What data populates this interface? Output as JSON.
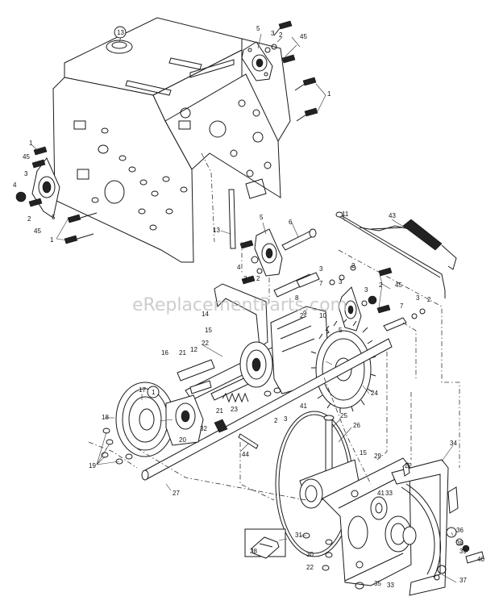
{
  "watermark": "eReplacementParts.com",
  "callouts": [
    {
      "id": "c13a",
      "label": "13"
    },
    {
      "id": "c5a",
      "label": "5"
    },
    {
      "id": "c3a",
      "label": "3"
    },
    {
      "id": "c2a",
      "label": "2"
    },
    {
      "id": "c45a",
      "label": "45"
    },
    {
      "id": "c1a",
      "label": "1"
    },
    {
      "id": "c1b",
      "label": "1"
    },
    {
      "id": "c45b",
      "label": "45"
    },
    {
      "id": "c3b",
      "label": "3"
    },
    {
      "id": "c4a",
      "label": "4"
    },
    {
      "id": "c5b",
      "label": "5"
    },
    {
      "id": "c2b",
      "label": "2"
    },
    {
      "id": "c45c",
      "label": "45"
    },
    {
      "id": "c1c",
      "label": "1"
    },
    {
      "id": "c13b",
      "label": "13"
    },
    {
      "id": "c5c",
      "label": "5"
    },
    {
      "id": "c6a",
      "label": "6"
    },
    {
      "id": "c11a",
      "label": "11"
    },
    {
      "id": "c43a",
      "label": "43"
    },
    {
      "id": "c4b",
      "label": "4"
    },
    {
      "id": "c3c",
      "label": "3"
    },
    {
      "id": "c2c",
      "label": "2"
    },
    {
      "id": "c3d",
      "label": "3"
    },
    {
      "id": "c2d",
      "label": "2"
    },
    {
      "id": "c7a",
      "label": "7"
    },
    {
      "id": "c3e",
      "label": "3"
    },
    {
      "id": "c3f",
      "label": "3"
    },
    {
      "id": "c2e",
      "label": "2"
    },
    {
      "id": "c45d",
      "label": "45"
    },
    {
      "id": "c14a",
      "label": "14"
    },
    {
      "id": "c8a",
      "label": "8"
    },
    {
      "id": "c9a",
      "label": "9"
    },
    {
      "id": "c10a",
      "label": "10"
    },
    {
      "id": "c2f",
      "label": "2"
    },
    {
      "id": "c5d",
      "label": "5"
    },
    {
      "id": "c7b",
      "label": "7"
    },
    {
      "id": "c3g",
      "label": "3"
    },
    {
      "id": "c2g",
      "label": "2"
    },
    {
      "id": "c15a",
      "label": "15"
    },
    {
      "id": "c12a",
      "label": "12"
    },
    {
      "id": "c22a",
      "label": "22"
    },
    {
      "id": "c16a",
      "label": "16"
    },
    {
      "id": "c21a",
      "label": "21"
    },
    {
      "id": "c17a",
      "label": "17"
    },
    {
      "id": "c1d",
      "label": "1"
    },
    {
      "id": "c23a",
      "label": "23"
    },
    {
      "id": "c21b",
      "label": "21"
    },
    {
      "id": "c18a",
      "label": "18"
    },
    {
      "id": "c2h",
      "label": "2"
    },
    {
      "id": "c3h",
      "label": "3"
    },
    {
      "id": "c41a",
      "label": "41"
    },
    {
      "id": "c24a",
      "label": "24"
    },
    {
      "id": "c25a",
      "label": "25"
    },
    {
      "id": "c26a",
      "label": "26"
    },
    {
      "id": "c32a",
      "label": "32"
    },
    {
      "id": "c20a",
      "label": "20"
    },
    {
      "id": "c19a",
      "label": "19"
    },
    {
      "id": "c44a",
      "label": "44"
    },
    {
      "id": "c27a",
      "label": "27"
    },
    {
      "id": "c15b",
      "label": "15"
    },
    {
      "id": "c29a",
      "label": "29"
    },
    {
      "id": "c22b",
      "label": "22"
    },
    {
      "id": "c34a",
      "label": "34"
    },
    {
      "id": "c41b",
      "label": "41"
    },
    {
      "id": "c33a",
      "label": "33"
    },
    {
      "id": "c31a",
      "label": "31"
    },
    {
      "id": "c28a",
      "label": "28"
    },
    {
      "id": "c30a",
      "label": "30"
    },
    {
      "id": "c22c",
      "label": "22"
    },
    {
      "id": "c35a",
      "label": "35"
    },
    {
      "id": "c33b",
      "label": "33"
    },
    {
      "id": "c36a",
      "label": "36"
    },
    {
      "id": "c38a",
      "label": "38"
    },
    {
      "id": "c39a",
      "label": "39"
    },
    {
      "id": "c40a",
      "label": "40"
    },
    {
      "id": "c37a",
      "label": "37"
    }
  ]
}
